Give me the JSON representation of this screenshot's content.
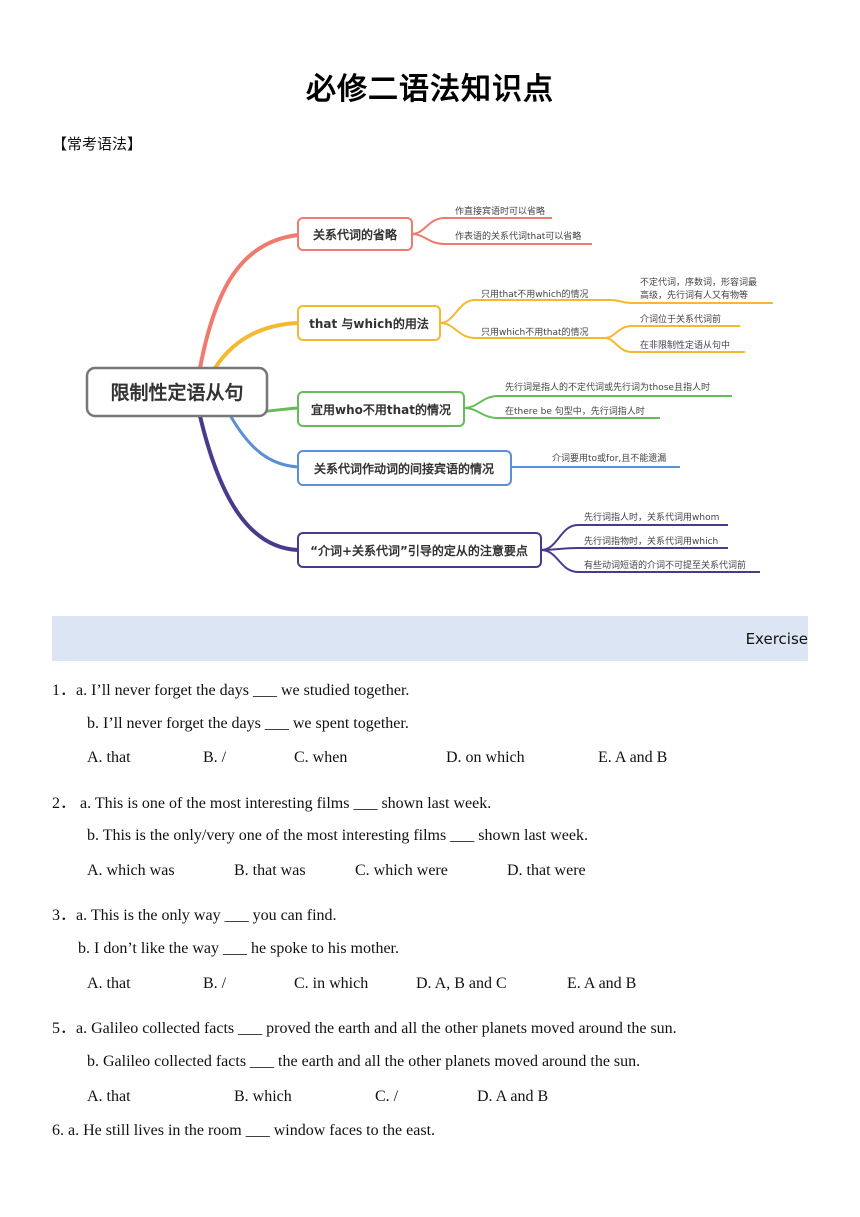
{
  "page": {
    "title": "必修二语法知识点",
    "section_tag": "【常考语法】",
    "exercise_label": "Exercise"
  },
  "mindmap": {
    "root": "限制性定语从句",
    "branches": [
      {
        "label": "关系代词的省略",
        "color": "#f07a6e",
        "leaves": [
          "作直接宾语时可以省略",
          "作表语的关系代词that可以省略"
        ]
      },
      {
        "label": "that 与which的用法",
        "color": "#f5b82e",
        "subs": [
          {
            "label": "只用that不用which的情况",
            "leaves": [
              "不定代词，序数词，形容词最",
              "高级，先行词有人又有物等"
            ]
          },
          {
            "label": "只用which不用that的情况",
            "leaves": [
              "介词位于关系代词前",
              "在非限制性定语从句中"
            ]
          }
        ]
      },
      {
        "label": "宜用who不用that的情况",
        "color": "#66bb5a",
        "leaves": [
          "先行词是指人的不定代词或先行词为those且指人时",
          "在there be 句型中，先行词指人时"
        ]
      },
      {
        "label": "关系代词作动词的间接宾语的情况",
        "color": "#5b8fd6",
        "leaves": [
          "介词要用to或for,且不能遗漏"
        ]
      },
      {
        "label": "“介词+关系代词”引导的定从的注意要点",
        "color": "#4b3a8c",
        "leaves": [
          "先行词指人时，关系代词用whom",
          "先行词指物时，关系代词用which",
          "有些动词短语的介词不可提至关系代词前"
        ]
      }
    ]
  },
  "questions": [
    {
      "a": "1．a. I’ll never forget the days ___ we studied together.",
      "b": "b. I’ll never forget the days ___ we spent together.",
      "options": [
        "A. that",
        "B. /",
        "C. when",
        "D. on which",
        "E. A and B"
      ]
    },
    {
      "a": "2．  a. This is one of the most interesting films ___ shown last week.",
      "b": "b. This is the only/very one of the most interesting films ___ shown last week.",
      "options": [
        "A. which was",
        "B. that was",
        "C. which were",
        "D. that were"
      ]
    },
    {
      "a": "3．a. This is the only way ___ you can find.",
      "b": "b. I don’t like the way ___ he spoke to his mother.",
      "options": [
        "A. that",
        "B. /",
        "C. in which",
        "D. A, B and C",
        "E. A and B"
      ]
    },
    {
      "a": "5．a. Galileo collected facts ___ proved the earth and all the other planets moved around the sun.",
      "b": "b. Galileo collected facts ___ the earth and all the other planets moved around the sun.",
      "options": [
        "A. that",
        "B. which",
        "C. /",
        "D. A and B"
      ]
    },
    {
      "a": "6.   a. He still lives in the room ___ window faces to the east."
    }
  ]
}
